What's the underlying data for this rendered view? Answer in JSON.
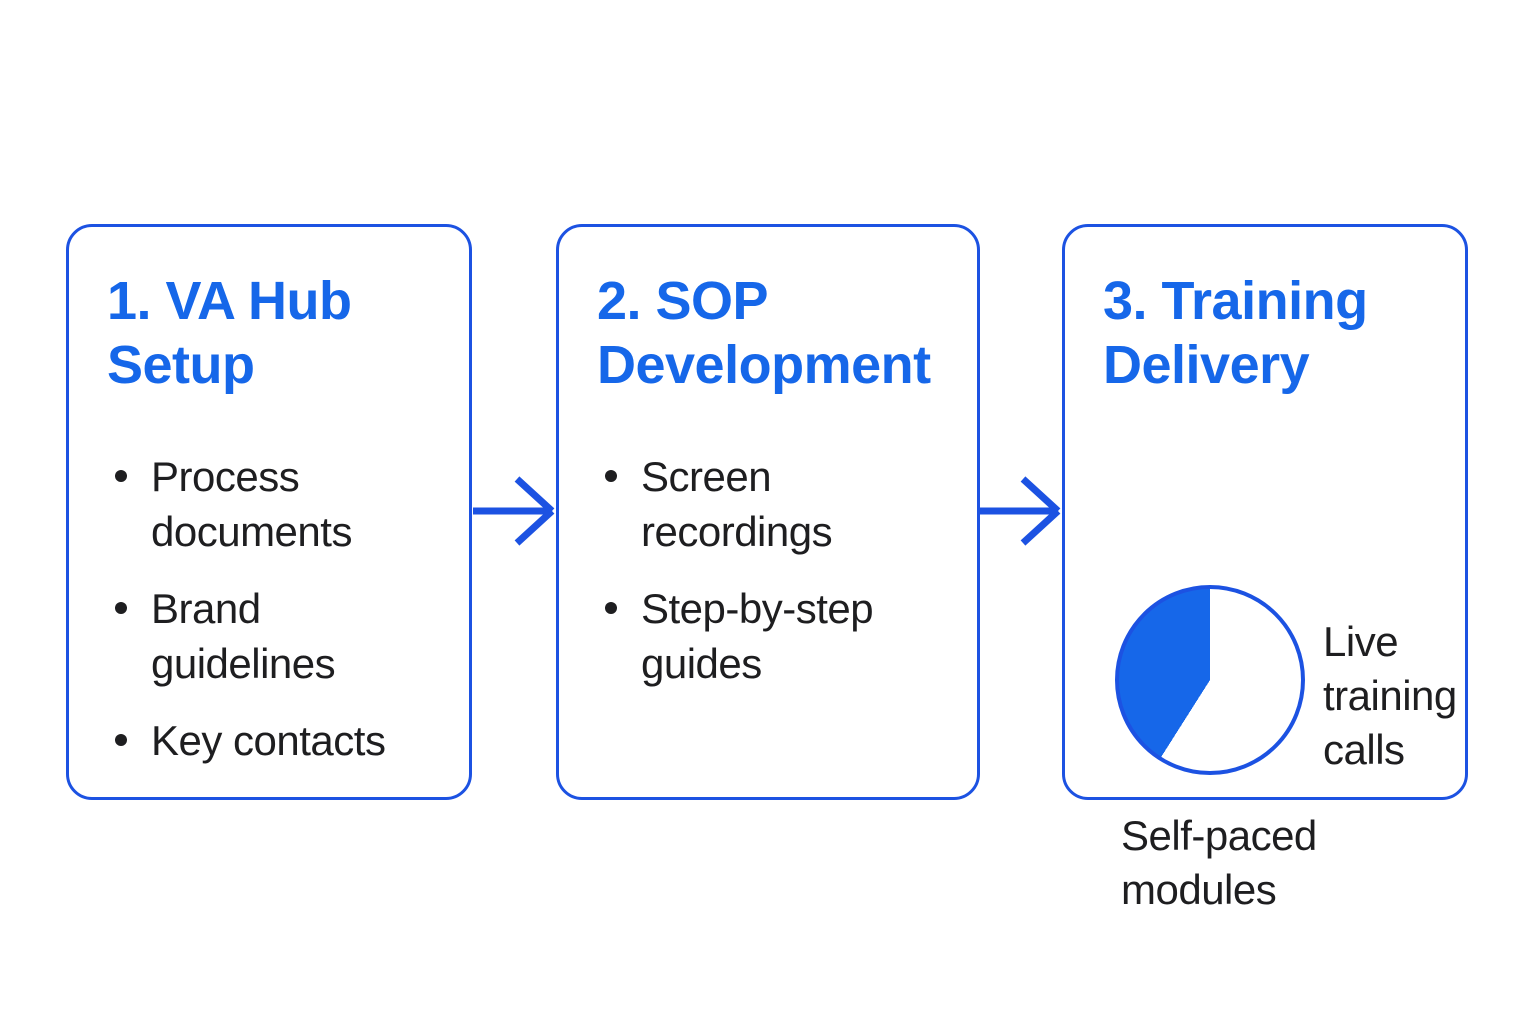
{
  "page": {
    "background": "#FFFFFF"
  },
  "colors": {
    "accent": "#1667E9",
    "border": "#1C52E2",
    "text": "#1E1E20",
    "bg": "#FFFFFF"
  },
  "diagram": {
    "steps": [
      {
        "title": "1. VA Hub Setup",
        "title_lines": [
          "1. VA Hub",
          "Setup"
        ],
        "bullets": [
          "Process documents",
          "Brand guidelines",
          "Key contacts"
        ]
      },
      {
        "title": "2. SOP Development",
        "title_lines": [
          "2. SOP",
          "Development"
        ],
        "bullets": [
          "Screen recordings",
          "Step-by-step guides"
        ]
      },
      {
        "title": "3. Training Delivery",
        "title_lines": [
          "3. Training",
          "Delivery"
        ],
        "pie_labels": {
          "right": "Live training calls",
          "bottom": "Self-paced modules"
        }
      }
    ]
  },
  "chart_data": {
    "type": "pie",
    "labels": [
      "Self-paced modules",
      "Live training calls"
    ],
    "values": [
      41,
      59
    ],
    "colors": [
      "#1667E9",
      "#FFFFFF"
    ],
    "title": "",
    "legend_position": "labels beside slices",
    "notes": "blue 'Self-paced modules' slice spans ~148deg counterclockwise from 12 o'clock; remainder white with blue outline"
  }
}
